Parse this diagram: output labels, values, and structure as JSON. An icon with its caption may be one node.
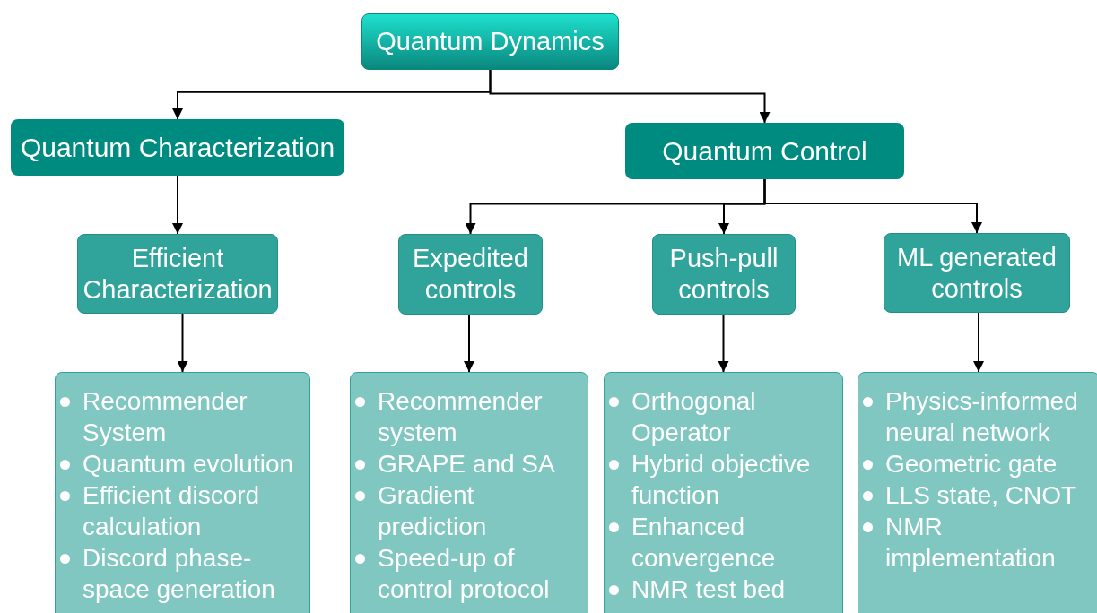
{
  "diagram": {
    "nodes": [
      {
        "text": [
          "Quantum Dynamics"
        ]
      },
      {
        "text": [
          "Quantum Characterization"
        ]
      },
      {
        "text": [
          "Quantum Control"
        ]
      },
      {
        "text": [
          "Efficient Characterization"
        ]
      },
      {
        "text": [
          "Expedited controls"
        ]
      },
      {
        "text": [
          "Push-pull controls"
        ]
      },
      {
        "text": [
          "ML generated controls"
        ]
      },
      {
        "text": [
          "Recommender System",
          "Quantum evolution",
          "Efficient discord calculation",
          "Discord phase-space generation"
        ]
      },
      {
        "text": [
          "Recommender system",
          "GRAPE and SA",
          "Gradient prediction",
          "Speed-up of control protocol"
        ]
      },
      {
        "text": [
          "Orthogonal Operator",
          "Hybrid objective function",
          "Enhanced convergence",
          "NMR test bed"
        ]
      },
      {
        "text": [
          "Physics-informed neural network",
          "Geometric gate",
          "LLS state, CNOT",
          "NMR implementation"
        ]
      }
    ],
    "edges": [
      {
        "from": 0,
        "to": 1,
        "arrow": "to"
      },
      {
        "from": 0,
        "to": 2,
        "arrow": "to"
      },
      {
        "from": 1,
        "to": 3,
        "arrow": "to"
      },
      {
        "from": 2,
        "to": 4,
        "arrow": "to"
      },
      {
        "from": 2,
        "to": 5,
        "arrow": "to"
      },
      {
        "from": 2,
        "to": 6,
        "arrow": "to"
      },
      {
        "from": 3,
        "to": 7,
        "arrow": "to"
      },
      {
        "from": 4,
        "to": 8,
        "arrow": "to"
      },
      {
        "from": 5,
        "to": 9,
        "arrow": "to"
      },
      {
        "from": 6,
        "to": 10,
        "arrow": "to"
      }
    ]
  }
}
